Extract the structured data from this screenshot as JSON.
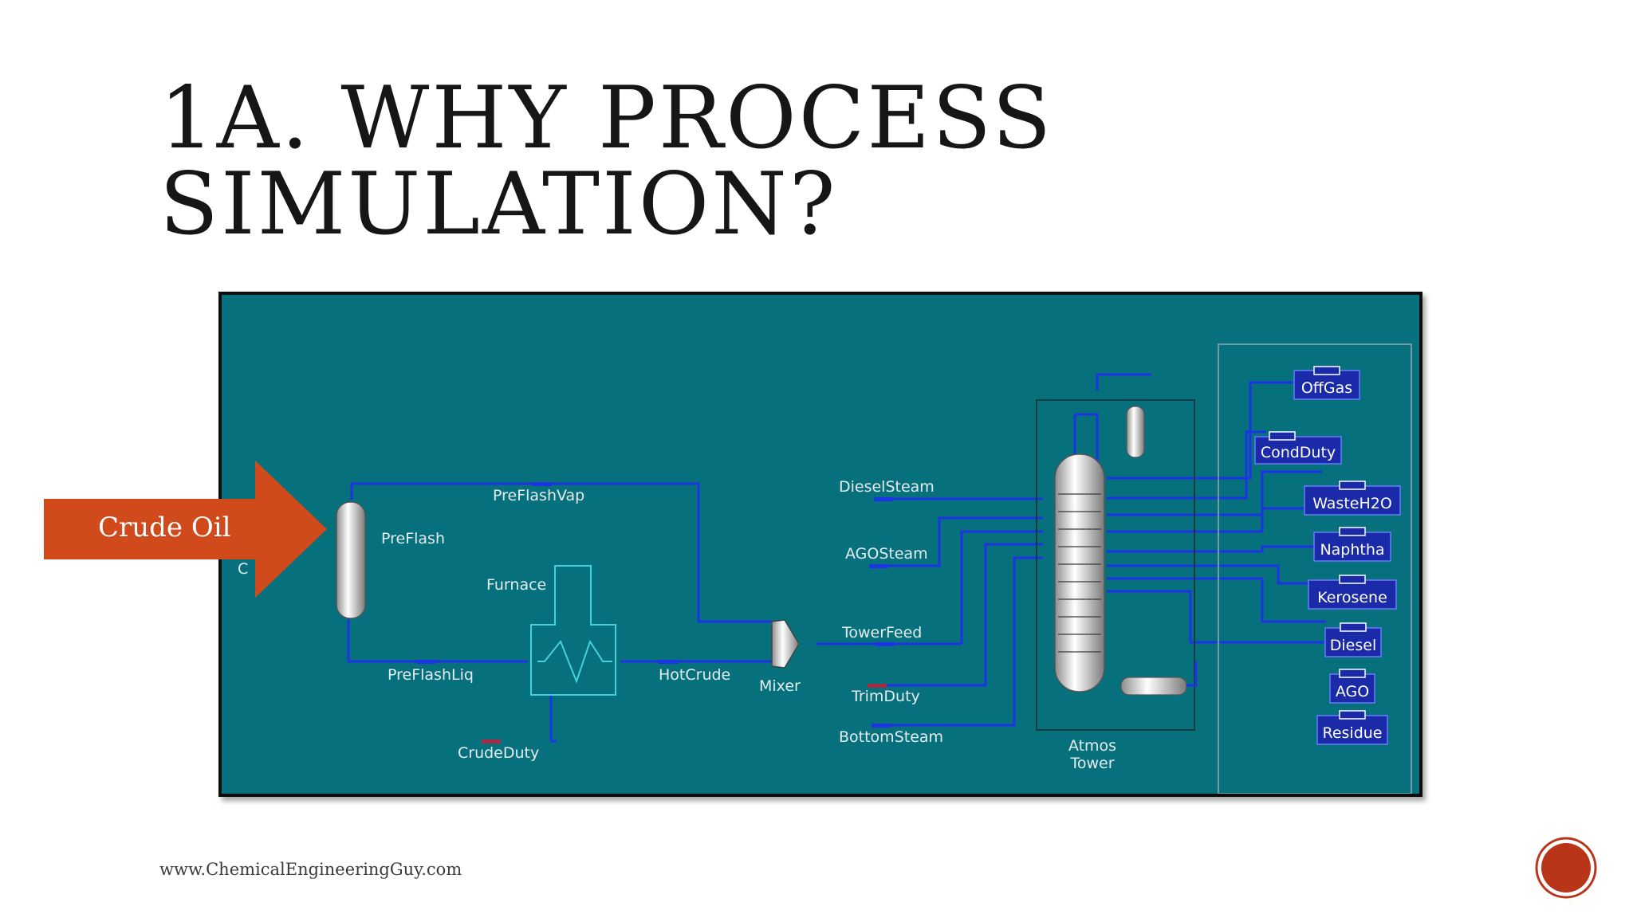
{
  "slide": {
    "title_line1": "1a. Why Process",
    "title_line2": "Simulation?",
    "footer": "www.ChemicalEngineeringGuy.com"
  },
  "callout": {
    "label": "Crude Oil",
    "color": "#d04a1c"
  },
  "diagram": {
    "background": "#06707c",
    "stream_color": "#1c33e6",
    "labels": {
      "preflash": "PreFlash",
      "preflash_vap": "PreFlashVap",
      "preflash_liq": "PreFlashLiq",
      "furnace": "Furnace",
      "crude_duty": "CrudeDuty",
      "hot_crude": "HotCrude",
      "mixer": "Mixer",
      "diesel_steam": "DieselSteam",
      "ago_steam": "AGOSteam",
      "tower_feed": "TowerFeed",
      "trim_duty": "TrimDuty",
      "bottom_steam": "BottomSteam",
      "atmos_tower_line1": "Atmos",
      "atmos_tower_line2": "Tower",
      "partial_feed_label": "C"
    },
    "products": [
      "OffGas",
      "CondDuty",
      "WasteH2O",
      "Naphtha",
      "Kerosene",
      "Diesel",
      "AGO",
      "Residue"
    ]
  }
}
